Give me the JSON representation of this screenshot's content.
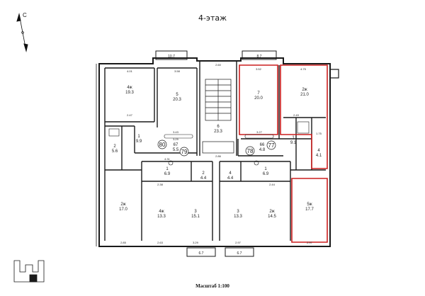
{
  "header": {
    "floor_title": "4-этаж",
    "north_label": "С"
  },
  "footer": {
    "scale": "Масштаб 1:100"
  },
  "colors": {
    "walls": "#1a1a1a",
    "highlight": "#cc1f1f",
    "dims": "#555555"
  },
  "apartments": {
    "n80": "80",
    "n79": "79",
    "n78": "78",
    "n77": "77"
  },
  "rooms": {
    "r1": {
      "type": "4ж",
      "area": "19.3"
    },
    "r2": {
      "type": "5",
      "area": "20.3"
    },
    "r3": {
      "type": "6",
      "area": "23.3"
    },
    "r4": {
      "type": "7",
      "area": "20.0"
    },
    "r5": {
      "type": "2ж",
      "area": "21.0"
    },
    "r6": {
      "type": "1",
      "area": "9.9"
    },
    "r7": {
      "type": "2",
      "area": "5.6"
    },
    "r8": {
      "type": "67",
      "area": "5.5"
    },
    "r9": {
      "type": "66",
      "area": "4.8"
    },
    "r10": {
      "type": "1",
      "area": "9.1"
    },
    "r11": {
      "type": "4",
      "area": "4.1"
    },
    "r12": {
      "type": "1",
      "area": "6.9"
    },
    "r13": {
      "type": "2",
      "area": "4.4"
    },
    "r14": {
      "type": "4",
      "area": "4.4"
    },
    "r15": {
      "type": "1",
      "area": "6.9"
    },
    "r16": {
      "type": "2ж",
      "area": "17.0"
    },
    "r17": {
      "type": "4ж",
      "area": "13.3"
    },
    "r18": {
      "type": "3",
      "area": "15.1"
    },
    "r19": {
      "type": "3",
      "area": "13.3"
    },
    "r20": {
      "type": "2ж",
      "area": "14.5"
    },
    "r21": {
      "type": "5ж",
      "area": "17.7"
    }
  },
  "balconies": {
    "b1": "10.7",
    "b2": "8.7",
    "b3": "6.7",
    "b4": "6.7"
  },
  "dims": {
    "d1": "4.01",
    "d2": "3.58",
    "d3": "2.60",
    "d4": "3.52",
    "d5": "4.75",
    "d6": "2.47",
    "d7": "3.43",
    "d8": "3.27",
    "d9": "2.49",
    "d10": "1.75",
    "d11": "2.86",
    "d12": "3.29",
    "d13": "4.31",
    "d14": "2.38",
    "d15": "2.44",
    "d16": "2.85",
    "d17": "2.63",
    "d18": "3.29",
    "d19": "2.97",
    "d20": "2.97"
  }
}
